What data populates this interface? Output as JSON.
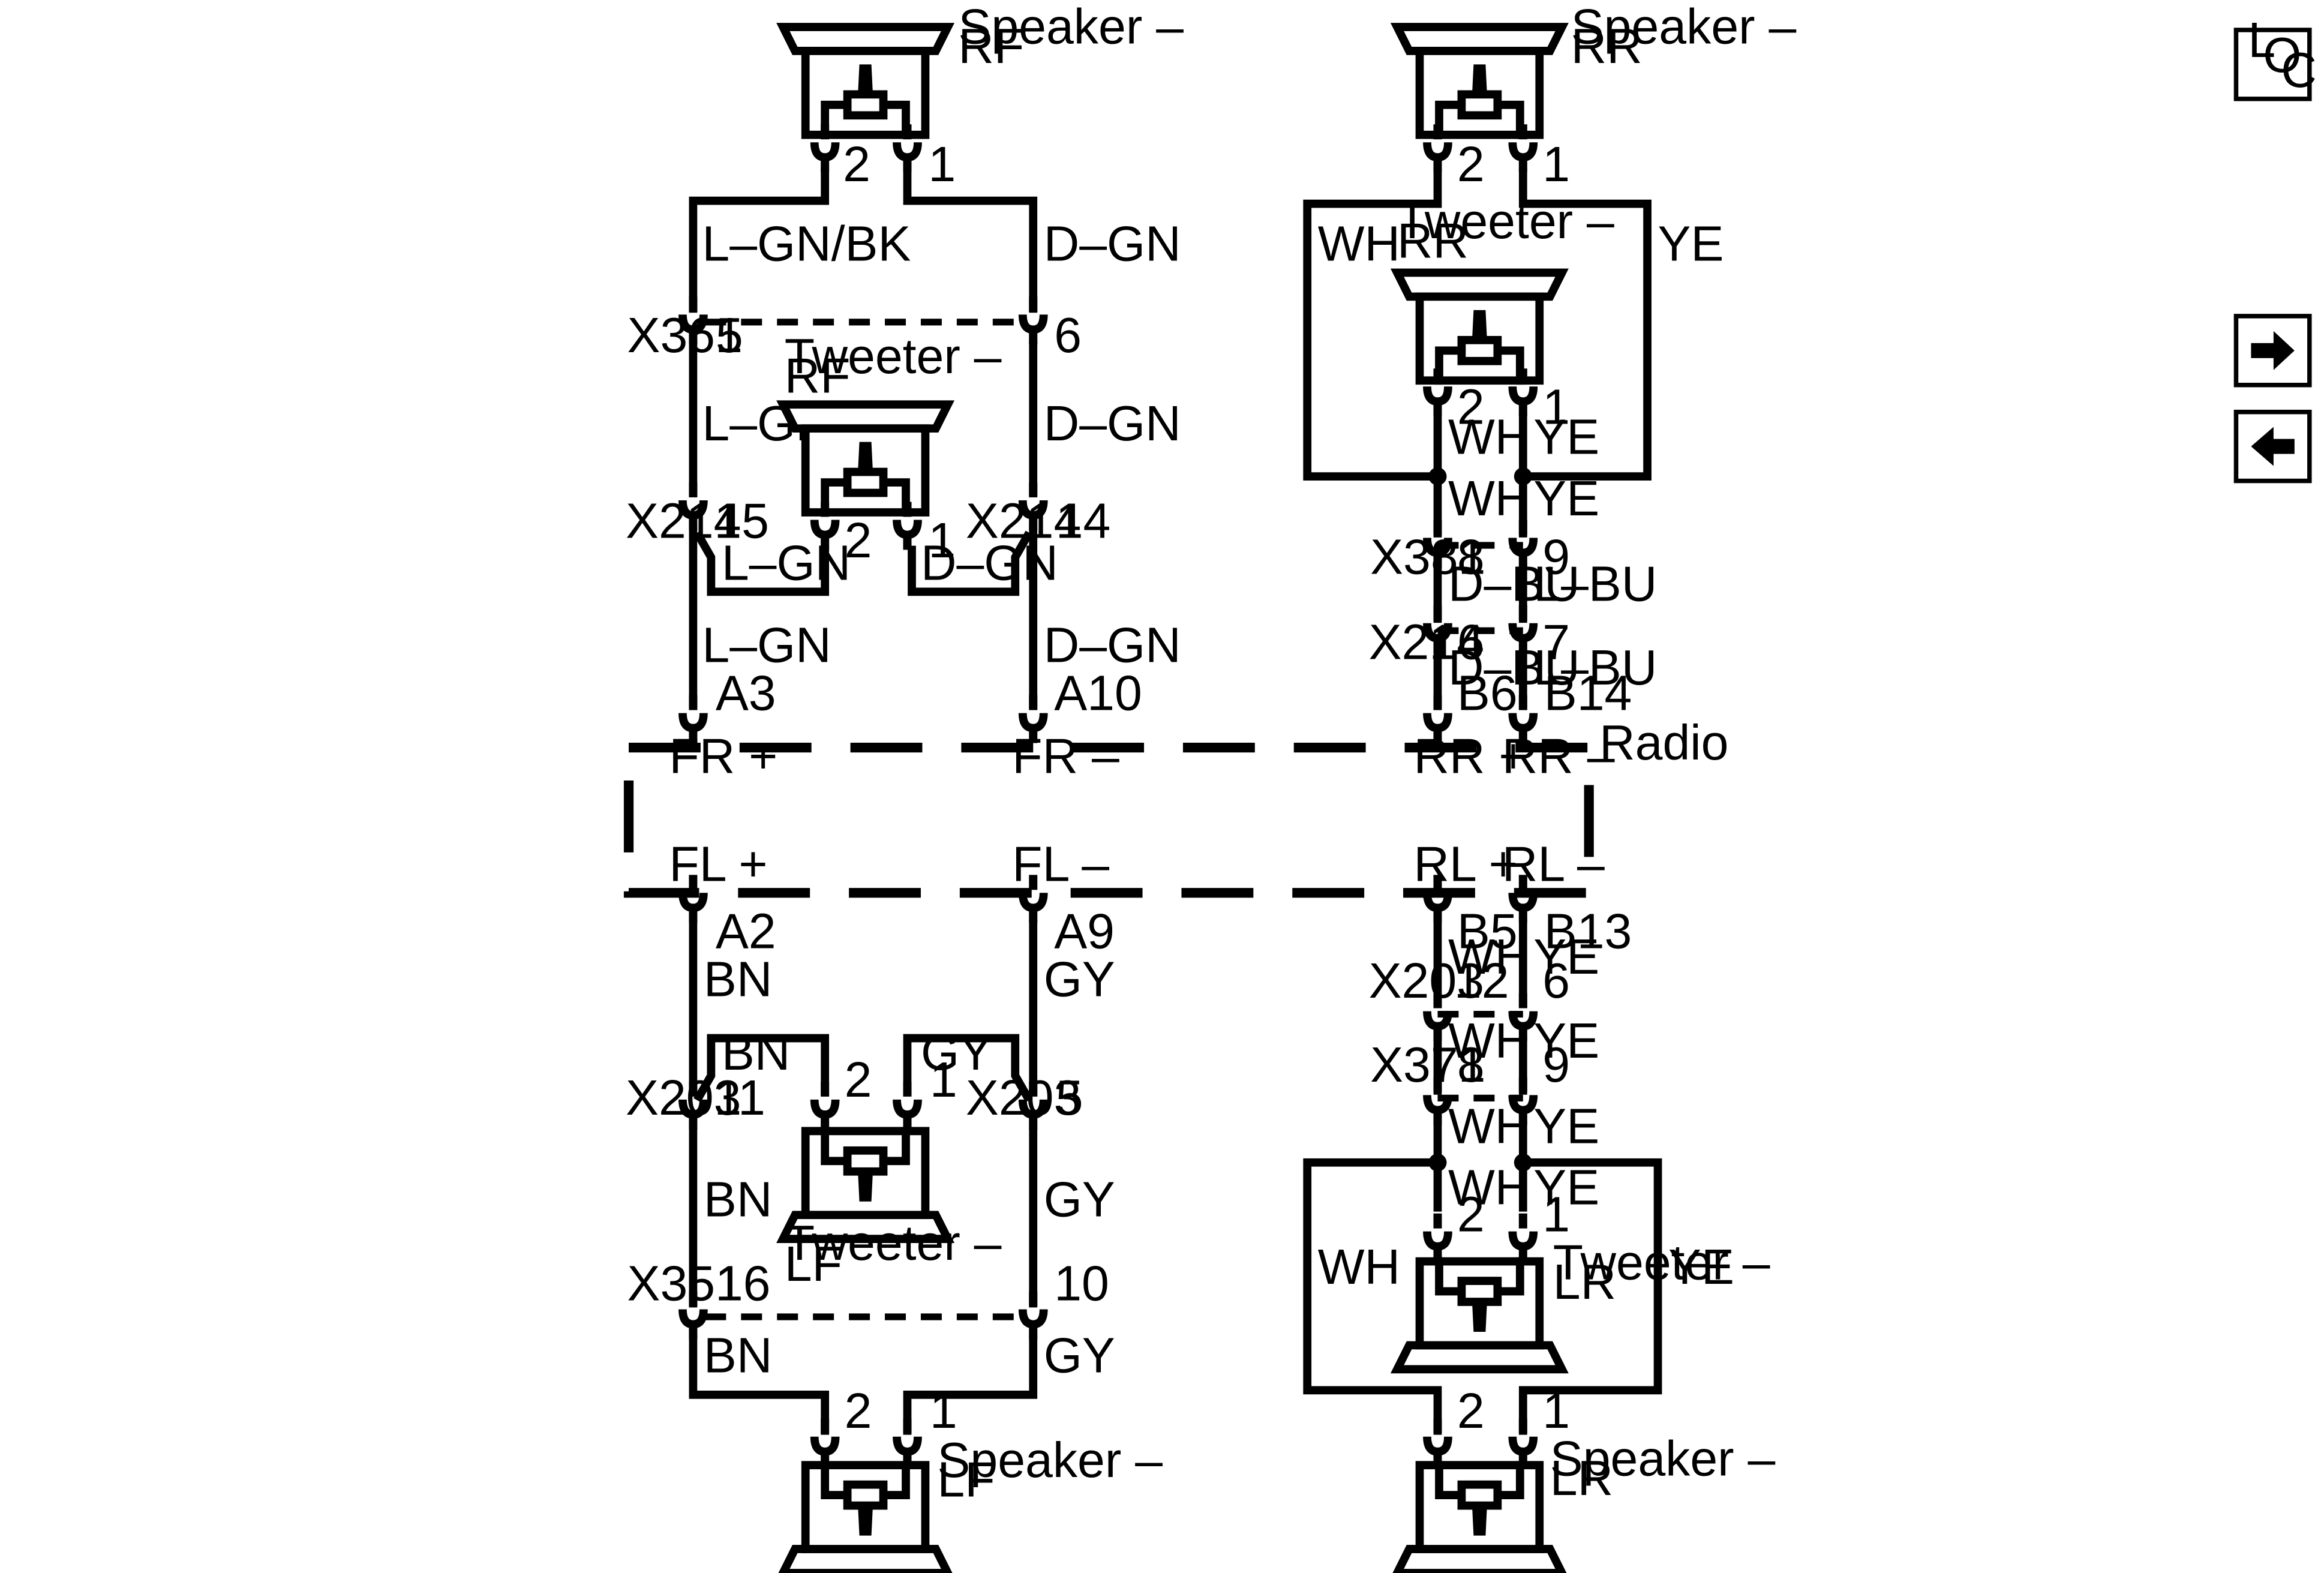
{
  "components": {
    "speaker_rf": {
      "line1": "Speaker –",
      "line2": "RF"
    },
    "speaker_rr": {
      "line1": "Speaker –",
      "line2": "RR"
    },
    "tweeter_rr": {
      "line1": "Tweeter –",
      "line2": "RR"
    },
    "tweeter_rf": {
      "line1": "Tweeter –",
      "line2": "RF"
    },
    "tweeter_lf": {
      "line1": "Tweeter –",
      "line2": "LF"
    },
    "tweeter_lr": {
      "line1": "Tweeter –",
      "line2": "LR"
    },
    "speaker_lf": {
      "line1": "Speaker –",
      "line2": "LF"
    },
    "speaker_lr": {
      "line1": "Speaker –",
      "line2": "LR"
    },
    "radio": "Radio"
  },
  "radio_pins": {
    "fr_plus": "FR +",
    "fr_minus": "FR –",
    "rr_plus": "RR +",
    "rr_minus": "RR –",
    "fl_plus": "FL +",
    "fl_minus": "FL –",
    "rl_plus": "RL +",
    "rl_minus": "RL –"
  },
  "connectors": {
    "x361": "X361",
    "x214": "X214",
    "x381": "X381",
    "x203": "X203",
    "x371": "X371",
    "x351": "X351"
  },
  "pins": {
    "p1": "1",
    "p2": "2",
    "p5": "5",
    "p6": "6",
    "p7": "7",
    "p8": "8",
    "p9": "9",
    "p10": "10",
    "p11": "11",
    "p12": "12",
    "p14": "14",
    "p15": "15",
    "p16": "16",
    "a2": "A2",
    "a3": "A3",
    "a9": "A9",
    "a10": "A10",
    "b5": "B5",
    "b6": "B6",
    "b13": "B13",
    "b14": "B14"
  },
  "wires": {
    "lgn_bk": "L–GN/BK",
    "lgn": "L–GN",
    "dgn": "D–GN",
    "wh": "WH",
    "ye": "YE",
    "dbu": "D–BU",
    "lbu": "L–BU",
    "bn": "BN",
    "gy": "GY"
  },
  "navigation": {
    "loc_l": "L",
    "loc_o": "O",
    "loc_c": "C"
  }
}
